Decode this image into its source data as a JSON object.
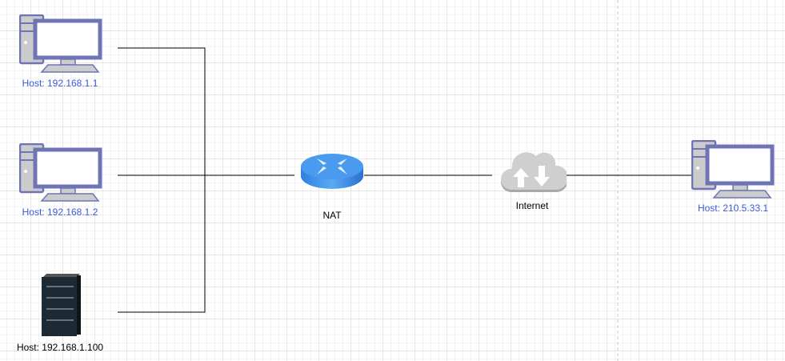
{
  "nodes": {
    "host1": "Host: 192.168.1.1",
    "host2": "Host: 192.168.1.2",
    "server": "Host: 192.168.1.100",
    "nat": "NAT",
    "internet": "Internet",
    "remote": "Host: 210.5.33.1"
  },
  "colors": {
    "host_label": "#3b5bdb",
    "pc_stroke": "#6f74b5"
  }
}
